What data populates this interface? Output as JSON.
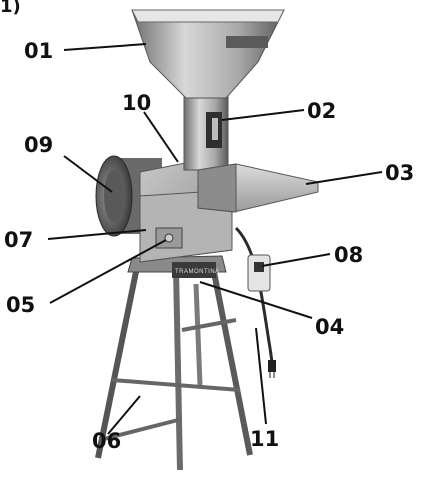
{
  "corner_mark": "1)",
  "brand_text": "TRAMONTINA",
  "callouts": [
    {
      "id": "01",
      "label": "01"
    },
    {
      "id": "02",
      "label": "02"
    },
    {
      "id": "03",
      "label": "03"
    },
    {
      "id": "04",
      "label": "04"
    },
    {
      "id": "05",
      "label": "05"
    },
    {
      "id": "06",
      "label": "06"
    },
    {
      "id": "07",
      "label": "07"
    },
    {
      "id": "08",
      "label": "08"
    },
    {
      "id": "09",
      "label": "09"
    },
    {
      "id": "10",
      "label": "10"
    },
    {
      "id": "11",
      "label": "11"
    }
  ],
  "colors": {
    "metal_light": "#cfcfcf",
    "metal_mid": "#9c9c9c",
    "metal_dark": "#4a4a4a",
    "leg": "#6b6b6b",
    "label": "#111111"
  }
}
